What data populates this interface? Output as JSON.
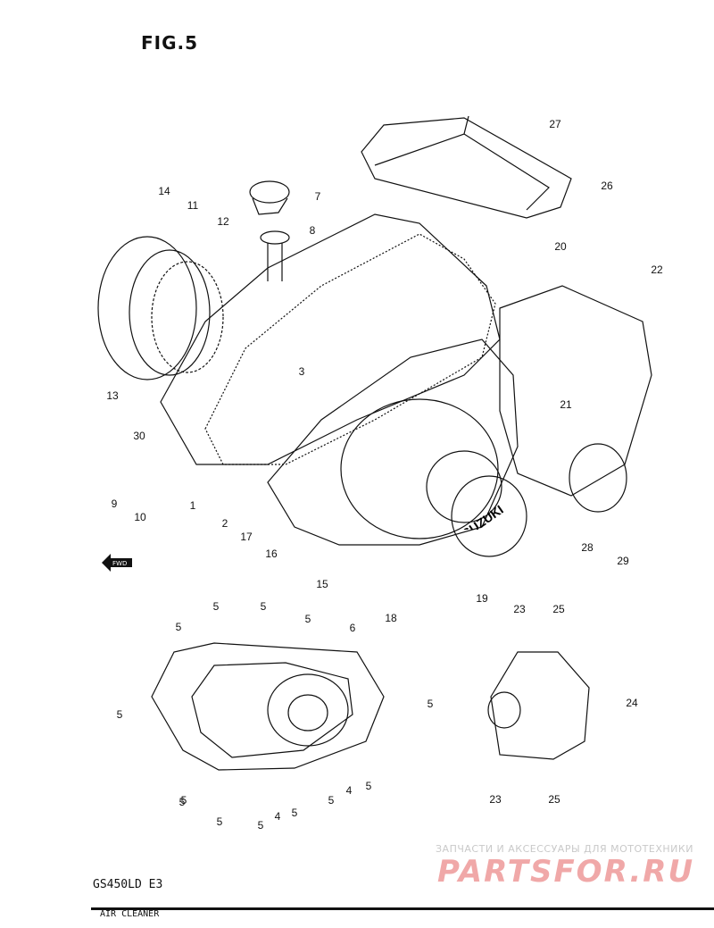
{
  "figure": {
    "title": "FIG.5",
    "model": "GS450LD E3"
  },
  "watermark": {
    "line1": "ЗАПЧАСТИ И АКСЕССУАРЫ ДЛЯ МОТОТЕХНИКИ",
    "line2": "PARTSFOR.RU"
  },
  "footer": {
    "text": "AIR CLEANER"
  },
  "badge": {
    "brand": "SUZUKI"
  },
  "direction": {
    "label": "FWD"
  },
  "callouts": [
    "14",
    "11",
    "12",
    "7",
    "8",
    "27",
    "26",
    "20",
    "22",
    "3",
    "13",
    "30",
    "21",
    "9",
    "10",
    "1",
    "2",
    "17",
    "16",
    "15",
    "18",
    "19",
    "28",
    "29",
    "5",
    "5",
    "5",
    "5",
    "6",
    "5",
    "5",
    "5",
    "5",
    "5",
    "5",
    "4",
    "5",
    "4",
    "5",
    "5",
    "23",
    "25",
    "24",
    "23",
    "25"
  ]
}
